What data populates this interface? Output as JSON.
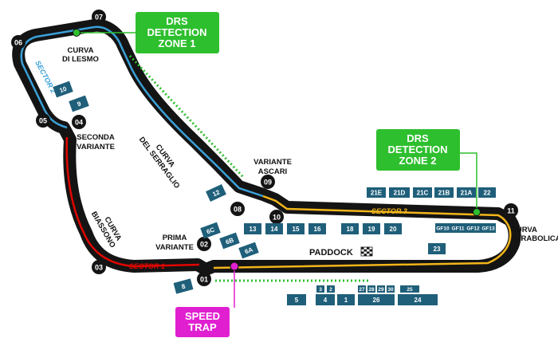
{
  "corners": [
    "01",
    "02",
    "03",
    "04",
    "05",
    "06",
    "07",
    "08",
    "09",
    "10",
    "11"
  ],
  "corner_names": {
    "lesmo": [
      "CURVA",
      "DI LESMO"
    ],
    "seconda_variante": [
      "SECONDA",
      "VARIANTE"
    ],
    "serraglio": [
      "CURVA",
      "DEL SERRAGLIO"
    ],
    "ascari": [
      "VARIANTE",
      "ASCARI"
    ],
    "biassono": [
      "CURVA",
      "BIASSONO"
    ],
    "prima_variante": [
      "PRIMA",
      "VARIANTE"
    ],
    "parabolica": [
      "CURVA",
      "PARABOLICA"
    ]
  },
  "sectors": {
    "s1": "SECTOR 1",
    "s2": "SECTOR 2",
    "s3": "SECTOR 3"
  },
  "callouts": {
    "drs1": [
      "DRS",
      "DETECTION",
      "ZONE 1"
    ],
    "drs2": [
      "DRS",
      "DETECTION",
      "ZONE 2"
    ],
    "speed_trap": [
      "SPEED",
      "TRAP"
    ]
  },
  "paddock": "PADDOCK",
  "stands": {
    "s10": "10",
    "s9": "9",
    "s12": "12",
    "s21e": "21E",
    "s21d": "21D",
    "s21c": "21C",
    "s21b": "21B",
    "s21a": "21A",
    "s22": "22",
    "s13": "13",
    "s14": "14",
    "s15": "15",
    "s16": "16",
    "s18": "18",
    "s19": "19",
    "s20": "20",
    "gf10": "GF10",
    "gf11": "GF11",
    "gf12": "GF12",
    "gf13": "GF13",
    "s6c": "6C",
    "s6b": "6B",
    "s6a": "6A",
    "s23": "23",
    "s8": "8",
    "s27": "27",
    "s28": "28",
    "s29": "29",
    "s30": "30",
    "s25": "25",
    "s3": "3",
    "s2": "2",
    "s5": "5",
    "s4": "4",
    "s1": "1",
    "s26": "26",
    "s24": "24"
  },
  "colors": {
    "track": "#141414",
    "sector1": "#e10600",
    "sector2": "#3aa0d8",
    "sector3": "#f2b51a",
    "stand": "#1f5f7a",
    "drs": "#2ebf2e",
    "speed_trap": "#e020d0"
  }
}
